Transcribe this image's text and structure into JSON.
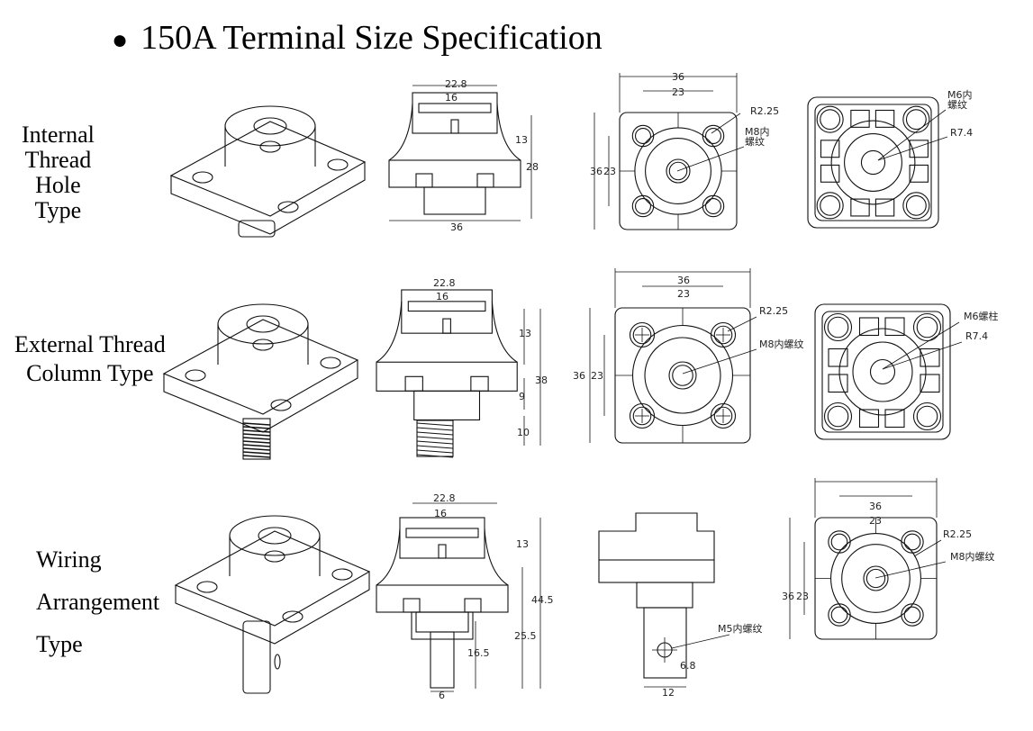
{
  "title": "150A Terminal Size Specification",
  "rows": [
    {
      "label_lines": [
        "Internal",
        "Thread",
        "Hole",
        "Type"
      ],
      "side_view": {
        "width_outer": "22.8",
        "width_inner": "16",
        "upper_height": "13",
        "total_height": "28",
        "base_width": "36"
      },
      "top_view": {
        "width": "36",
        "hole_spacing": "23",
        "height": "36",
        "hole_spacing_v": "23",
        "hole_radius": "R2.25",
        "thread_line1": "M8内",
        "thread_line2": "螺纹"
      },
      "bottom_view": {
        "thread_line1": "M6内",
        "thread_line2": "螺纹",
        "radius": "R7.4"
      }
    },
    {
      "label_lines": [
        "External Thread",
        "Column Type"
      ],
      "side_view": {
        "width_outer": "22.8",
        "width_inner": "16",
        "upper_height": "13",
        "total_height": "38",
        "stem_height": "9",
        "thread_length": "10"
      },
      "top_view": {
        "width": "36",
        "hole_spacing": "23",
        "height": "36",
        "hole_spacing_v": "23",
        "hole_radius": "R2.25",
        "thread": "M8内螺纹"
      },
      "bottom_view": {
        "stud": "M6螺柱",
        "radius": "R7.4"
      }
    },
    {
      "label_lines": [
        "Wiring",
        "Arrangement",
        "Type"
      ],
      "side_view": {
        "width_outer": "22.8",
        "width_inner": "16",
        "upper_height": "13",
        "total_height": "44.5",
        "lower_height": "25.5",
        "tab_height": "16.5",
        "tab_width": "6"
      },
      "front_view": {
        "thread": "M5内螺纹",
        "hole_offset": "6.8",
        "tab_width": "12"
      },
      "top_view": {
        "width": "36",
        "hole_spacing": "23",
        "height": "36",
        "hole_spacing_v": "23",
        "hole_radius": "R2.25",
        "thread": "M8内螺纹"
      }
    }
  ]
}
